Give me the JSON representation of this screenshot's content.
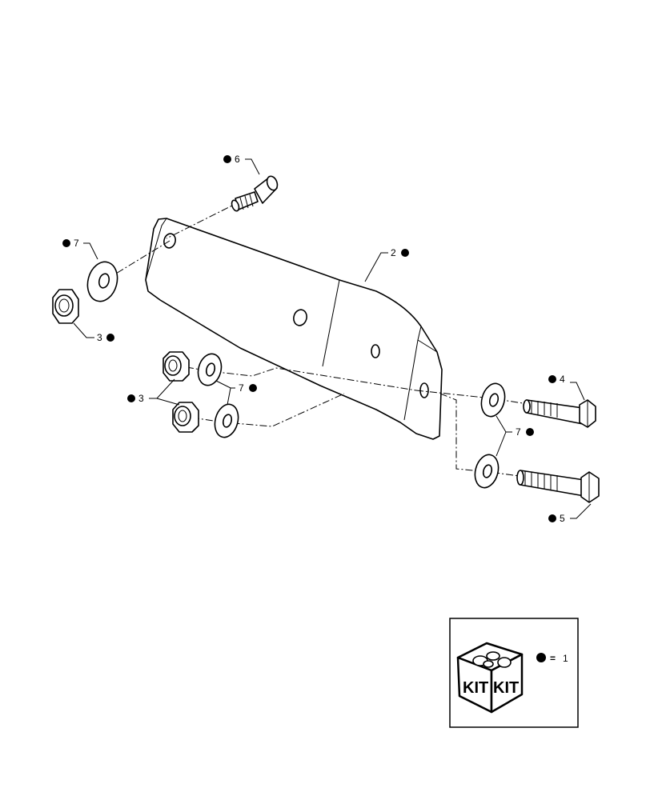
{
  "callouts": {
    "c6": "6",
    "c7_top": "7",
    "c3_top": "3",
    "c2": "2",
    "c3_mid": "3",
    "c7_mid": "7",
    "c4": "4",
    "c7_right": "7",
    "c5": "5"
  },
  "legend": {
    "kit_text_left": "KIT",
    "kit_text_right": "KIT",
    "equals": "=",
    "value": "1"
  },
  "colors": {
    "line": "#000000",
    "background": "#ffffff"
  }
}
